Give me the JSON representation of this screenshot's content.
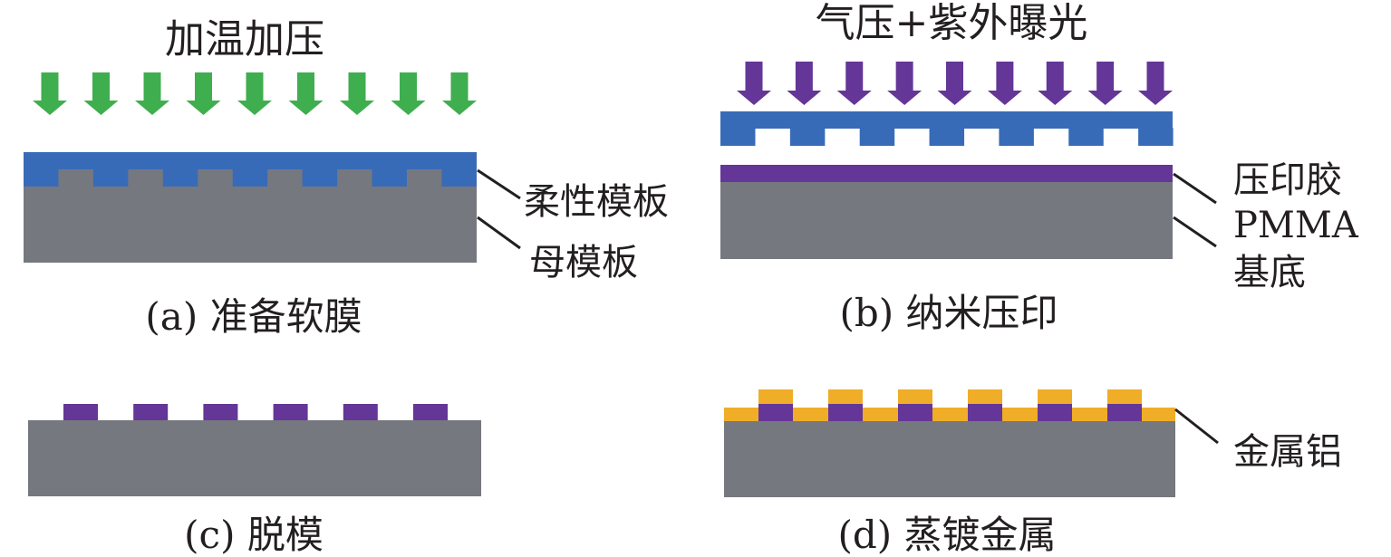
{
  "colors": {
    "green_arrow": "#3fae4f",
    "purple": "#643697",
    "blue": "#386bb7",
    "gray": "#76787f",
    "gold": "#f0ad28",
    "text": "#231f20"
  },
  "panels": {
    "a": {
      "title": "加温加压",
      "caption": "(a) 准备软膜",
      "arrow_count": 9,
      "labels": [
        "柔性模板",
        "母模板"
      ]
    },
    "b": {
      "title": "气压+紫外曝光",
      "caption": "(b) 纳米压印",
      "arrow_count": 9,
      "labels": [
        "压印胶",
        "PMMA",
        "基底"
      ]
    },
    "c": {
      "caption": "(c) 脱模",
      "pillar_count": 6
    },
    "d": {
      "caption": "(d) 蒸镀金属",
      "pillar_count": 6,
      "labels": [
        "金属铝"
      ]
    }
  }
}
